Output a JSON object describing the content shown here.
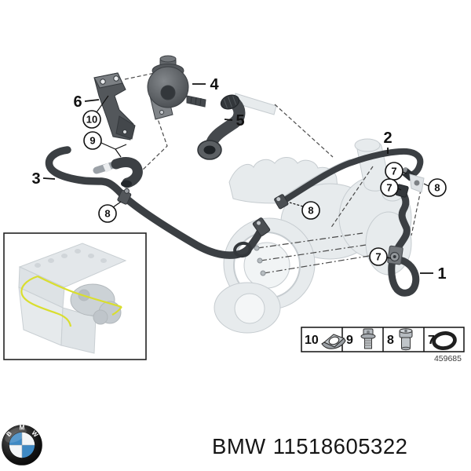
{
  "footer": {
    "brand": "BMW",
    "part_number": "11518605322",
    "logo_letters": "BMW"
  },
  "diagram": {
    "number": "459685",
    "plain_callouts": [
      {
        "label": "1"
      },
      {
        "label": "2"
      },
      {
        "label": "3"
      },
      {
        "label": "4"
      },
      {
        "label": "5"
      },
      {
        "label": "6"
      }
    ],
    "circled_callouts": [
      {
        "label": "10"
      },
      {
        "label": "9"
      },
      {
        "label": "8"
      },
      {
        "label": "8"
      },
      {
        "label": "7"
      },
      {
        "label": "7"
      },
      {
        "label": "8"
      },
      {
        "label": "7"
      }
    ]
  },
  "legend": {
    "items": [
      {
        "label": "10",
        "icon": "clamp-icon"
      },
      {
        "label": "9",
        "icon": "flange-bolt-icon"
      },
      {
        "label": "8",
        "icon": "screw-plug-icon"
      },
      {
        "label": "7",
        "icon": "o-ring-icon"
      }
    ]
  },
  "colors": {
    "highlight_yellow": "#d9de2e",
    "hose_dark": "#3b3f43",
    "ghost_gray": "#e7ebed",
    "brand_blue": "#3e89c4"
  }
}
